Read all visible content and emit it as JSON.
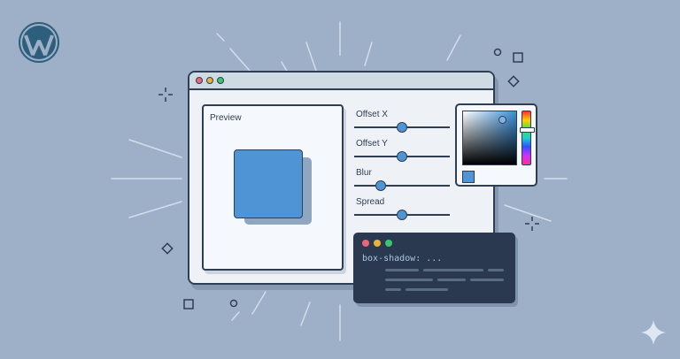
{
  "logo": {
    "name": "WordPress"
  },
  "window": {
    "traffic_lights": [
      "#e8677a",
      "#e8b23a",
      "#3cc46e"
    ],
    "preview": {
      "label": "Preview",
      "box_color": "#4f94d4",
      "shadow_color": "#8ea6bf"
    },
    "sliders": [
      {
        "label": "Offset X",
        "position_pct": 50
      },
      {
        "label": "Offset Y",
        "position_pct": 50
      },
      {
        "label": "Blur",
        "position_pct": 28
      },
      {
        "label": "Spread",
        "position_pct": 50
      }
    ]
  },
  "color_picker": {
    "selected_color": "#4f94d4",
    "hue_handle_pct": 35
  },
  "code_panel": {
    "traffic_lights": [
      "#e8677a",
      "#e8b23a",
      "#3cc46e"
    ],
    "code": "box-shadow: ..."
  },
  "colors": {
    "background": "#9eb0c8",
    "outline": "#2f3e52",
    "accent": "#4f94d4"
  }
}
